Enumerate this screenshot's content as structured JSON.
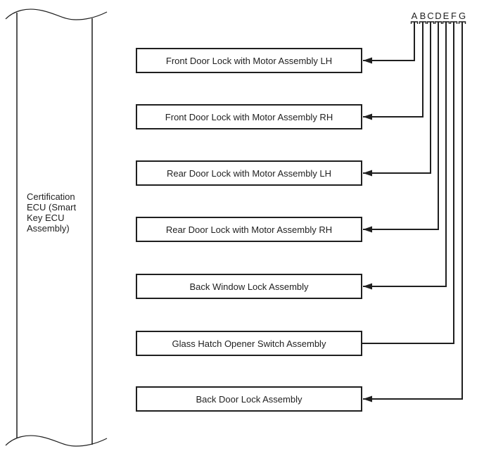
{
  "ecu": {
    "label": "Certification ECU (Smart Key ECU Assembly)"
  },
  "connectors": [
    {
      "letter": "A"
    },
    {
      "letter": "B"
    },
    {
      "letter": "C"
    },
    {
      "letter": "D"
    },
    {
      "letter": "E"
    },
    {
      "letter": "F"
    },
    {
      "letter": "G"
    }
  ],
  "boxes": [
    {
      "label": "Front Door Lock with Motor Assembly LH",
      "connector": "A",
      "arrow_into_box": true
    },
    {
      "label": "Front Door Lock with Motor Assembly RH",
      "connector": "B",
      "arrow_into_box": true
    },
    {
      "label": "Rear Door Lock with Motor Assembly LH",
      "connector": "C",
      "arrow_into_box": true
    },
    {
      "label": "Rear Door Lock with Motor Assembly RH",
      "connector": "D",
      "arrow_into_box": true
    },
    {
      "label": "Back Window Lock Assembly",
      "connector": "E",
      "arrow_into_box": true
    },
    {
      "label": "Glass Hatch Opener Switch Assembly",
      "connector": "F",
      "arrow_into_box": false
    },
    {
      "label": "Back Door Lock Assembly",
      "connector": "G",
      "arrow_into_box": true
    }
  ],
  "colors": {
    "line": "#1f1f1f",
    "background": "#ffffff"
  }
}
